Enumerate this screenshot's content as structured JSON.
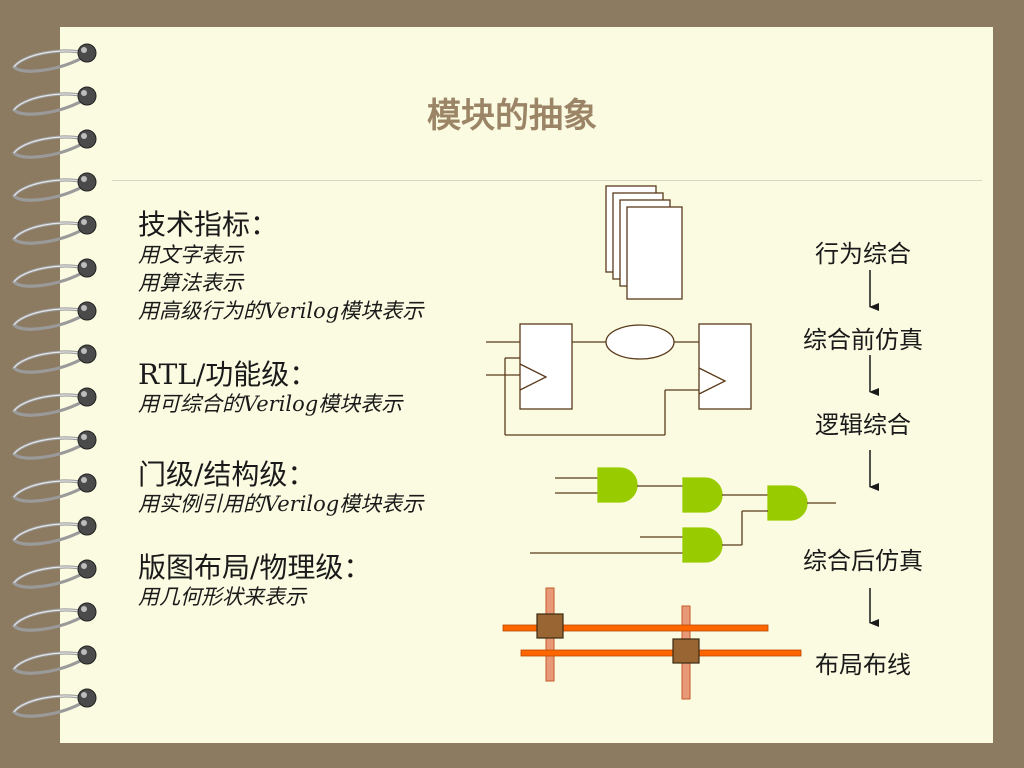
{
  "title": "模块的抽象",
  "sections": [
    {
      "heading": "技术指标：",
      "lines": [
        "用文字表示",
        "用算法表示",
        "用高级行为的Verilog模块表示"
      ]
    },
    {
      "heading": "RTL/功能级：",
      "lines": [
        "用可综合的Verilog模块表示"
      ]
    },
    {
      "heading": "门级/结构级：",
      "lines": [
        "用实例引用的Verilog模块表示"
      ]
    },
    {
      "heading": "版图布局/物理级：",
      "lines": [
        "用几何形状来表示"
      ]
    }
  ],
  "flow": [
    "行为综合",
    "综合前仿真",
    "逻辑综合",
    "综合后仿真",
    "布局布线"
  ],
  "colors": {
    "background": "#8c7a61",
    "paper": "#fbfbe2",
    "title": "#9c8466",
    "gate_fill": "#99cc00",
    "metal_orange": "#ff6600",
    "poly_pink": "#e89a78",
    "via_brown": "#996633"
  }
}
